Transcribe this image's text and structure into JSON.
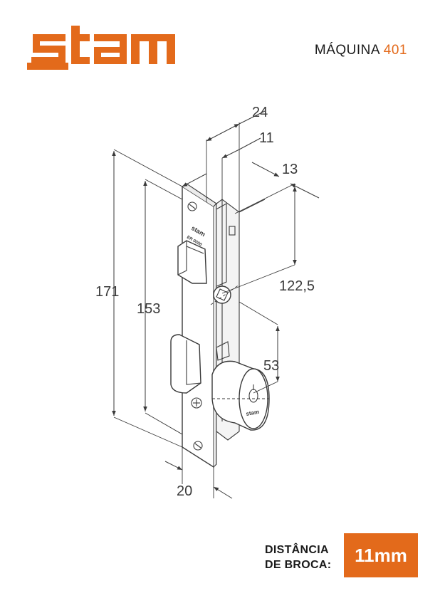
{
  "brand": {
    "name": "stam",
    "color": "#e36a1b"
  },
  "header": {
    "title_label": "MÁQUINA",
    "model": "401"
  },
  "dimensions": {
    "d24": "24",
    "d11": "11",
    "d13": "13",
    "d171": "171",
    "d153": "153",
    "d122": "122,5",
    "d53": "53",
    "d20": "20"
  },
  "plate_marks": {
    "brand": "stam",
    "code": "ER 0000"
  },
  "cylinder_mark": "stam",
  "footer": {
    "line1": "DISTÂNCIA",
    "line2": "DE BROCA:",
    "value": "11mm"
  }
}
